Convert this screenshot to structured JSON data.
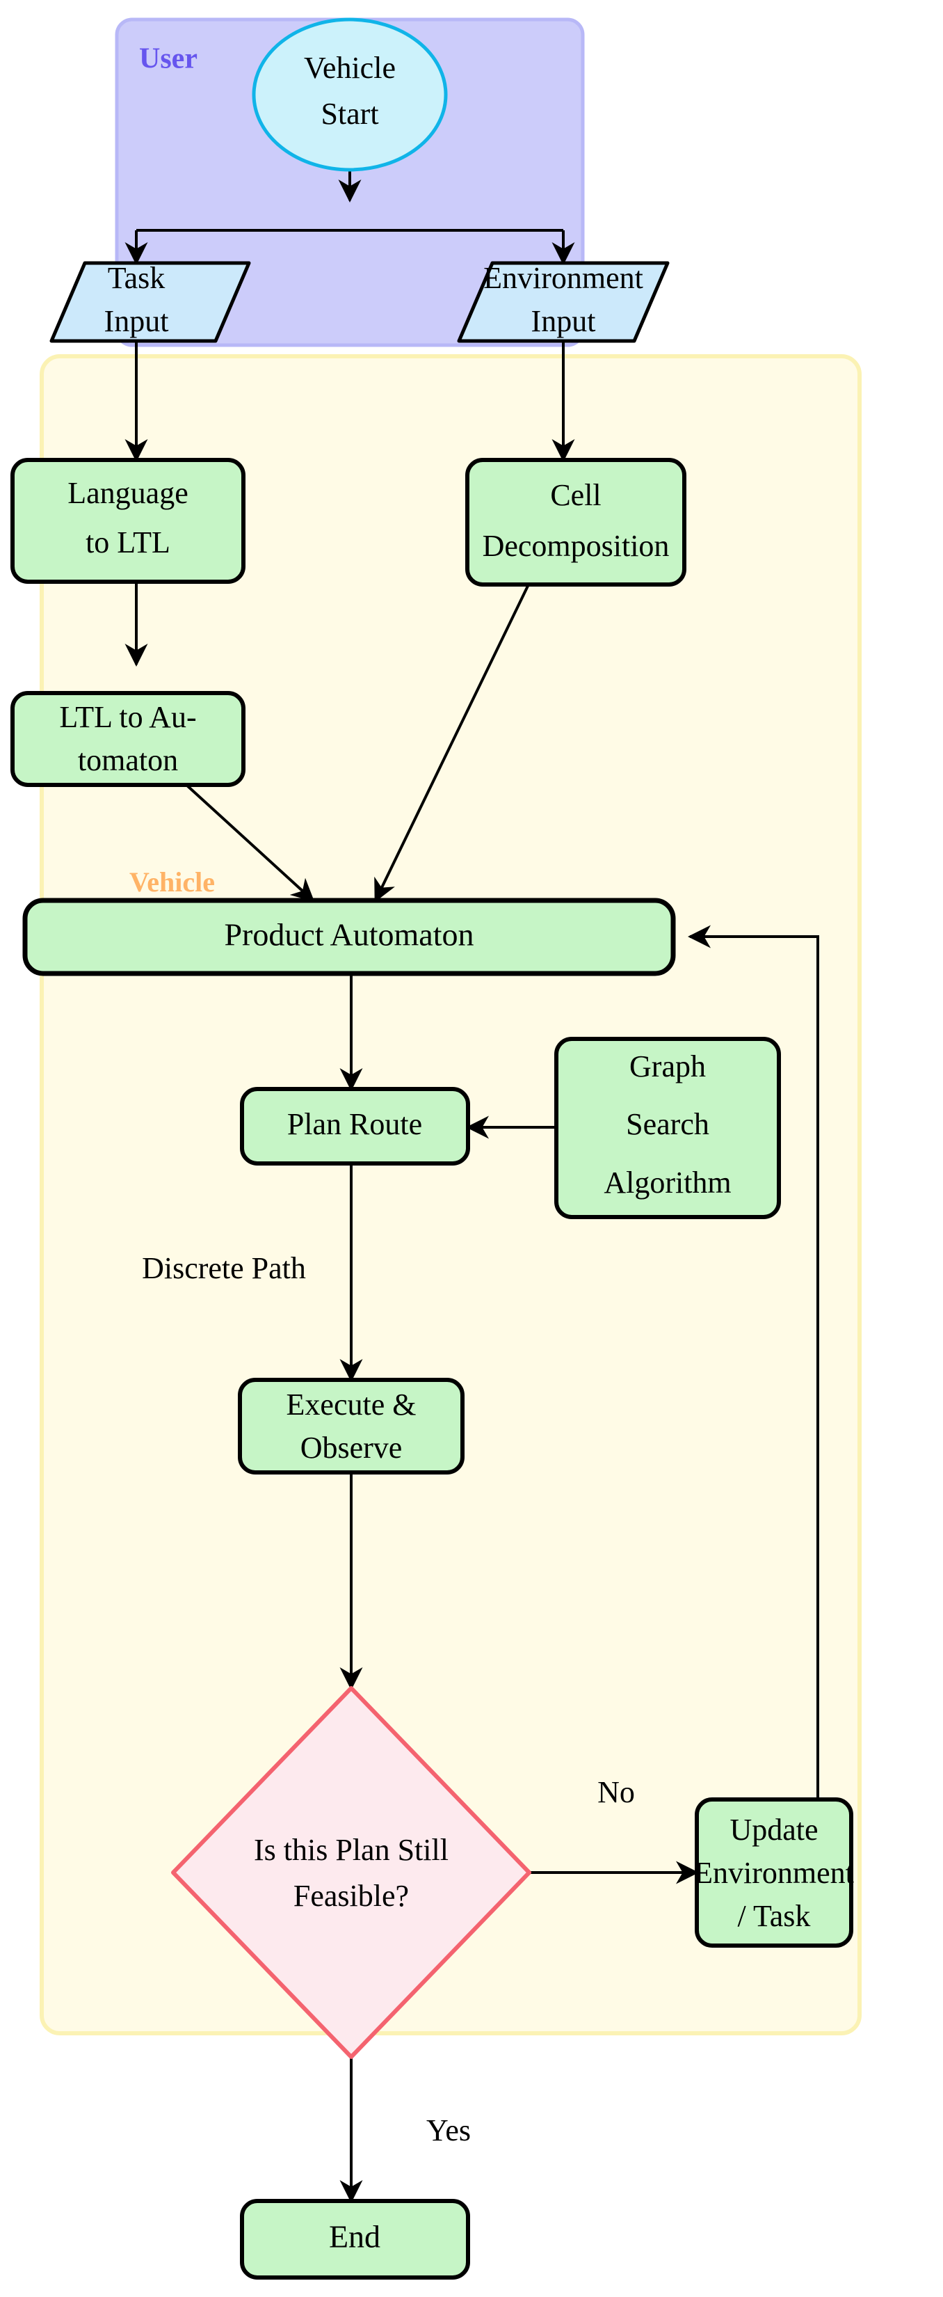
{
  "diagram": {
    "title": "LTL Vehicle Task Planning Flowchart",
    "groups": [
      {
        "id": "user-group",
        "label": "User",
        "label_color": "#6655ee",
        "fill": "#ccccfa",
        "stroke": "#b3b3f5"
      },
      {
        "id": "vehicle-group",
        "label": "Vehicle",
        "label_color": "#ffb366",
        "fill": "#fffbe6",
        "stroke": "#fdf3b0"
      }
    ],
    "nodes": [
      {
        "id": "vehicle-start",
        "label": "Vehicle\nStart",
        "shape": "ellipse",
        "fill": "#ccf2fb",
        "stroke": "#10b4e8"
      },
      {
        "id": "task-input",
        "label": "Task\nInput",
        "shape": "parallelogram",
        "fill": "#cce9fb",
        "stroke": "#000000"
      },
      {
        "id": "environment-input",
        "label": "Environment\nInput",
        "shape": "parallelogram",
        "fill": "#cce9fb",
        "stroke": "#000000"
      },
      {
        "id": "language-to-ltl",
        "label": "Language\nto LTL",
        "shape": "rounded-rect",
        "fill": "#c6f5c6",
        "stroke": "#000000"
      },
      {
        "id": "cell-decomposition",
        "label": "Cell\nDecomposition",
        "shape": "rounded-rect",
        "fill": "#c6f5c6",
        "stroke": "#000000"
      },
      {
        "id": "ltl-to-automaton",
        "label": "LTL to Au-\ntomaton",
        "shape": "rounded-rect",
        "fill": "#c6f5c6",
        "stroke": "#000000"
      },
      {
        "id": "product-automaton",
        "label": "Product Automaton",
        "shape": "rounded-rect",
        "fill": "#c6f5c6",
        "stroke": "#000000"
      },
      {
        "id": "plan-route",
        "label": "Plan Route",
        "shape": "rounded-rect",
        "fill": "#c6f5c6",
        "stroke": "#000000"
      },
      {
        "id": "graph-search",
        "label": "Graph\nSearch\nAlgorithm",
        "shape": "rounded-rect",
        "fill": "#c6f5c6",
        "stroke": "#000000"
      },
      {
        "id": "execute-observe",
        "label": "Execute &\nObserve",
        "shape": "rounded-rect",
        "fill": "#c6f5c6",
        "stroke": "#000000"
      },
      {
        "id": "feasible-decision",
        "label": "Is this Plan Still\nFeasible?",
        "shape": "diamond",
        "fill": "#fdeaee",
        "stroke": "#f4636f"
      },
      {
        "id": "update-env-task",
        "label": "Update\nEnvironment\n/ Task",
        "shape": "rounded-rect",
        "fill": "#c6f5c6",
        "stroke": "#000000"
      },
      {
        "id": "end",
        "label": "End",
        "shape": "rounded-rect",
        "fill": "#c6f5c6",
        "stroke": "#000000"
      }
    ],
    "node_text": {
      "vehicle_start_line1": "Vehicle",
      "vehicle_start_line2": "Start",
      "task_input_line1": "Task",
      "task_input_line2": "Input",
      "environment_input_line1": "Environment",
      "environment_input_line2": "Input",
      "language_to_ltl_line1": "Language",
      "language_to_ltl_line2": "to LTL",
      "cell_decomposition_line1": "Cell",
      "cell_decomposition_line2": "Decomposition",
      "ltl_to_automaton_line1": "LTL to Au-",
      "ltl_to_automaton_line2": "tomaton",
      "product_automaton": "Product Automaton",
      "plan_route": "Plan Route",
      "graph_search_line1": "Graph",
      "graph_search_line2": "Search",
      "graph_search_line3": "Algorithm",
      "execute_observe_line1": "Execute &",
      "execute_observe_line2": "Observe",
      "feasible_line1": "Is this Plan Still",
      "feasible_line2": "Feasible?",
      "update_line1": "Update",
      "update_line2": "Environment",
      "update_line3": "/ Task",
      "end": "End"
    },
    "group_text": {
      "user": "User",
      "vehicle": "Vehicle"
    },
    "edge_labels": {
      "discrete_path": "Discrete Path",
      "no": "No",
      "yes": "Yes"
    },
    "edges": [
      {
        "from": "vehicle-start",
        "to": "task-input",
        "label": ""
      },
      {
        "from": "vehicle-start",
        "to": "environment-input",
        "label": ""
      },
      {
        "from": "task-input",
        "to": "language-to-ltl",
        "label": ""
      },
      {
        "from": "environment-input",
        "to": "cell-decomposition",
        "label": ""
      },
      {
        "from": "language-to-ltl",
        "to": "ltl-to-automaton",
        "label": ""
      },
      {
        "from": "ltl-to-automaton",
        "to": "product-automaton",
        "label": ""
      },
      {
        "from": "cell-decomposition",
        "to": "product-automaton",
        "label": ""
      },
      {
        "from": "product-automaton",
        "to": "plan-route",
        "label": ""
      },
      {
        "from": "graph-search",
        "to": "plan-route",
        "label": ""
      },
      {
        "from": "plan-route",
        "to": "execute-observe",
        "label": "Discrete Path"
      },
      {
        "from": "execute-observe",
        "to": "feasible-decision",
        "label": ""
      },
      {
        "from": "feasible-decision",
        "to": "update-env-task",
        "label": "No"
      },
      {
        "from": "update-env-task",
        "to": "product-automaton",
        "label": ""
      },
      {
        "from": "feasible-decision",
        "to": "end",
        "label": "Yes"
      }
    ],
    "colors": {
      "user_group_fill": "#ccccfa",
      "vehicle_group_fill": "#fffbe6",
      "process_fill": "#c6f5c6",
      "io_fill": "#cce9fb",
      "start_fill": "#ccf2fb",
      "start_stroke": "#10b4e8",
      "decision_fill": "#fdeaee",
      "decision_stroke": "#f4636f",
      "user_label": "#6655ee",
      "vehicle_label": "#ffb366",
      "edge": "#000000"
    }
  }
}
